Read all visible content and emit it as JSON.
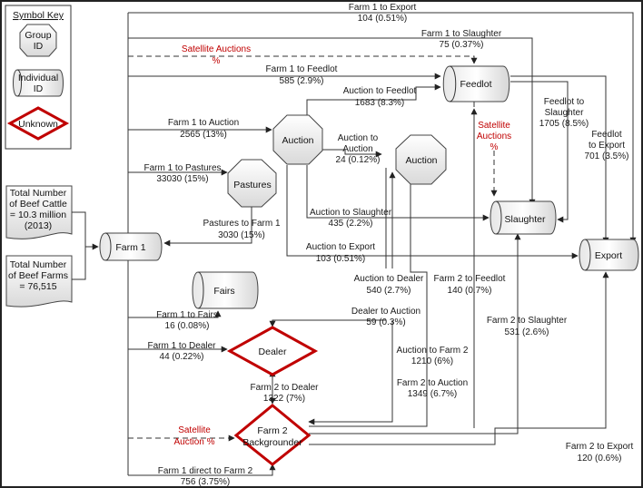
{
  "key": {
    "title": "Symbol Key",
    "group_id": [
      "Group",
      "ID"
    ],
    "individual_id": [
      "Individual",
      "ID"
    ],
    "unknown": "Unknown"
  },
  "sources": {
    "cattle": [
      "Total Number",
      "of Beef Cattle",
      "= 10.3 million",
      "(2013)"
    ],
    "farms": [
      "Total Number",
      "of Beef Farms",
      "= 76,515"
    ]
  },
  "nodes": {
    "farm1": "Farm 1",
    "auction1": "Auction",
    "auction2": "Auction",
    "pastures": "Pastures",
    "feedlot": "Feedlot",
    "slaughter": "Slaughter",
    "export": "Export",
    "fairs": "Fairs",
    "dealer": "Dealer",
    "farm2": [
      "Farm 2",
      "Backgrounder"
    ]
  },
  "flows": {
    "farm1_export": [
      "Farm 1 to Export",
      "104 (0.51%)"
    ],
    "farm1_slaughter": [
      "Farm 1 to Slaughter",
      "75 (0.37%)"
    ],
    "satellite_top": [
      "Satellite Auctions",
      "%"
    ],
    "farm1_feedlot": [
      "Farm 1 to Feedlot",
      "585 (2.9%)"
    ],
    "auction_feedlot": [
      "Auction to Feedlot",
      "1683 (8.3%)"
    ],
    "feedlot_slaughter": [
      "Feedlot to",
      "Slaughter",
      "1705 (8.5%)"
    ],
    "satellite_mid": [
      "Satellite",
      "Auctions",
      "%"
    ],
    "feedlot_export": [
      "Feedlot",
      "to Export",
      "701 (3.5%)"
    ],
    "farm1_auction": [
      "Farm 1 to Auction",
      "2565 (13%)"
    ],
    "auction_auction": [
      "Auction to",
      "Auction",
      "24 (0.12%)"
    ],
    "farm1_pastures": [
      "Farm 1 to Pastures",
      "33030 (15%)"
    ],
    "auction_slaughter": [
      "Auction to Slaughter",
      "435 (2.2%)"
    ],
    "pastures_farm1": [
      "Pastures to Farm 1",
      "3030 (15%)"
    ],
    "auction_export": [
      "Auction to Export",
      "103 (0.51%)"
    ],
    "auction_dealer": [
      "Auction to Dealer",
      "540 (2.7%)"
    ],
    "farm2_feedlot": [
      "Farm 2 to Feedlot",
      "140 (0.7%)"
    ],
    "farm1_fairs": [
      "Farm 1 to Fairs",
      "16 (0.08%)"
    ],
    "dealer_auction": [
      "Dealer to Auction",
      "59 (0.3%)"
    ],
    "farm2_slaughter": [
      "Farm 2 to Slaughter",
      "531 (2.6%)"
    ],
    "farm1_dealer": [
      "Farm 1 to Dealer",
      "44 (0.22%)"
    ],
    "auction_farm2": [
      "Auction to Farm 2",
      "1210 (6%)"
    ],
    "farm2_dealer": [
      "Farm 2 to Dealer",
      "1322 (7%)"
    ],
    "farm2_auction": [
      "Farm 2 to Auction",
      "1349 (6.7%)"
    ],
    "satellite_bottom": [
      "Satellite",
      "Auction %"
    ],
    "farm2_export": [
      "Farm 2 to Export",
      "120 (0.6%)"
    ],
    "farm1_farm2": [
      "Farm 1 direct to Farm 2",
      "756 (3.75%)"
    ]
  }
}
